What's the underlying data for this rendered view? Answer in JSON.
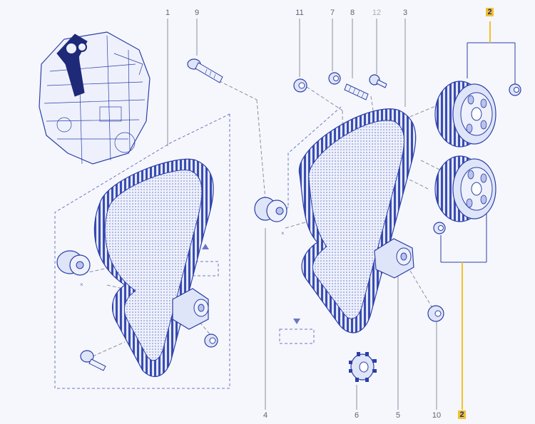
{
  "callouts": [
    {
      "id": "1",
      "text": "1"
    },
    {
      "id": "9",
      "text": "9"
    },
    {
      "id": "11",
      "text": "11"
    },
    {
      "id": "7",
      "text": "7"
    },
    {
      "id": "8",
      "text": "8"
    },
    {
      "id": "12",
      "text": "12"
    },
    {
      "id": "3",
      "text": "3"
    },
    {
      "id": "2top",
      "text": "2"
    },
    {
      "id": "4",
      "text": "4"
    },
    {
      "id": "6",
      "text": "6"
    },
    {
      "id": "5",
      "text": "5"
    },
    {
      "id": "10",
      "text": "10"
    },
    {
      "id": "2bottom",
      "text": "2"
    }
  ],
  "highlight_callout": "2",
  "colors": {
    "line_blue": "#2b3fa8",
    "fill_blue": "#dfe5f8",
    "dark_blue": "#1e2a78",
    "highlight": "#f2c12e",
    "background": "#f6f7fc",
    "leader": "#8a8fa0"
  }
}
